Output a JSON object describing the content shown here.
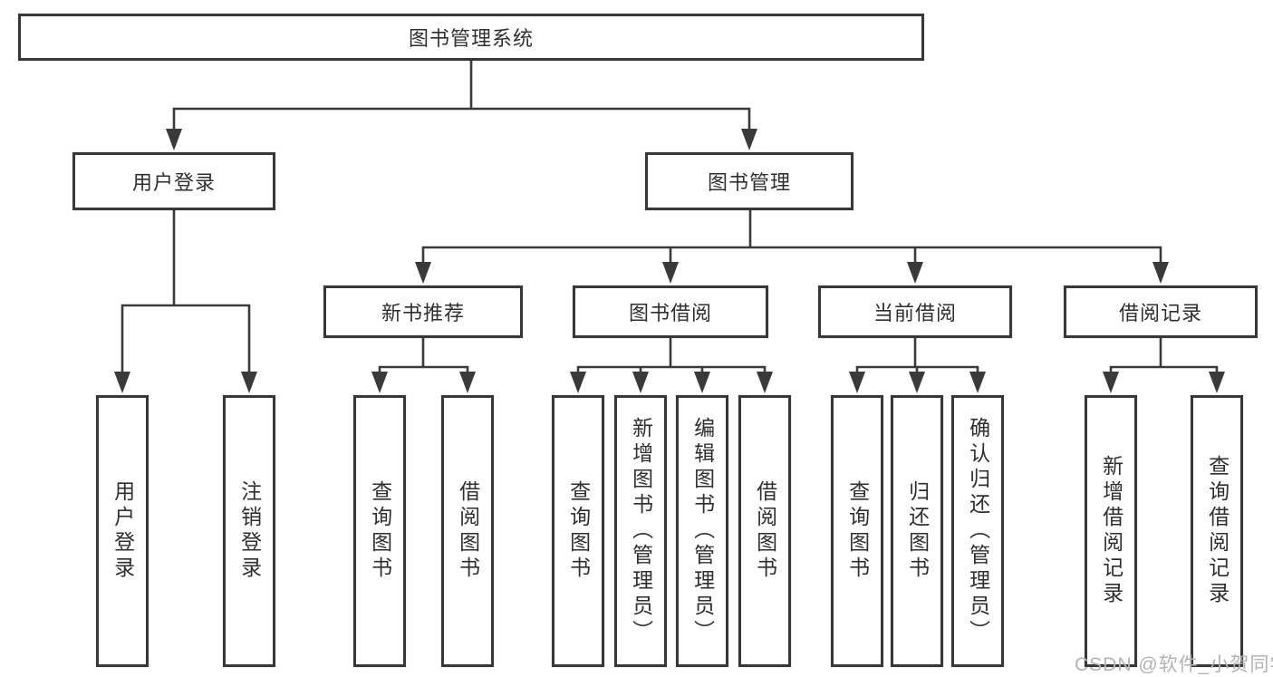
{
  "title": "图书管理系统",
  "nodes": {
    "root": "图书管理系统",
    "level2": [
      "用户登录",
      "图书管理"
    ],
    "level3": [
      "新书推荐",
      "图书借阅",
      "当前借阅",
      "借阅记录"
    ],
    "leaves": {
      "user_login": [
        "用户登录",
        "注销登录"
      ],
      "new_book_recommend": [
        "查询图书",
        "借阅图书"
      ],
      "book_borrowing": [
        "查询图书",
        "新增图书（管理员）",
        "编辑图书（管理员）",
        "借阅图书"
      ],
      "current_borrowing": [
        "查询图书",
        "归还图书",
        "确认归还（管理员）"
      ],
      "borrowing_records": [
        "新增借阅记录",
        "查询借阅记录"
      ]
    }
  },
  "watermark": "CSDN @软件_小贺同学",
  "colors": {
    "line": "#3a3a3a",
    "box_border": "#383838",
    "text": "#2f2f2f",
    "background": "#ffffff",
    "watermark": "#b3b3b3"
  }
}
